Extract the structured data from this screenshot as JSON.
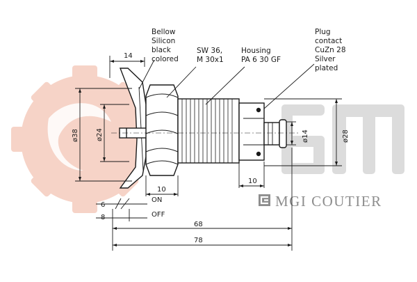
{
  "watermark": {
    "logo_text": "Seim",
    "gear_color": "#f6d3c7",
    "letters_color": "#dcdcdc",
    "brand_text": "MGI COUTIER",
    "brand_color": "#8d8d8d"
  },
  "callouts": {
    "bellow": [
      "Bellow",
      "Silicon",
      "black",
      "colored"
    ],
    "sw": [
      "SW 36,",
      "M 30x1"
    ],
    "housing": [
      "Housing",
      "PA 6  30  GF"
    ],
    "plug": [
      "Plug",
      "contact",
      "CuZn 28",
      "Silver",
      "plated"
    ]
  },
  "dimensions": {
    "d14_top": "14",
    "d38": "ø38",
    "d24": "ø24",
    "d10_left": "10",
    "d10_right": "10",
    "d14_pin": "ø14",
    "d28": "ø28",
    "d6": "6",
    "on": "ON",
    "d8": "8",
    "off": "OFF",
    "d68": "68",
    "d78": "78"
  },
  "colors": {
    "line": "#1a1a1a"
  }
}
